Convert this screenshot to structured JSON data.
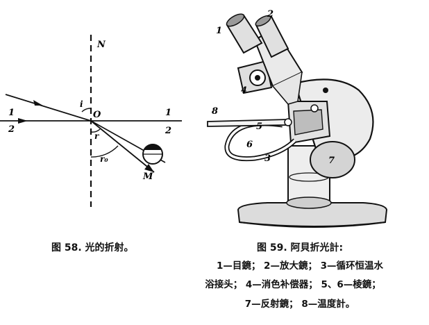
{
  "figure58": {
    "labels": {
      "N": "N",
      "O": "O",
      "i": "i",
      "r": "r",
      "r0": "r₀",
      "M": "M",
      "one_left": "1",
      "two_left": "2",
      "one_right": "1",
      "two_right": "2"
    },
    "caption": "图 58.  光的折射。"
  },
  "figure59": {
    "labels": {
      "n1": "1",
      "n2": "2",
      "n3": "3",
      "n4": "4",
      "n5": "5",
      "n6": "6",
      "n7": "7",
      "n8": "8"
    },
    "caption": "图 59.  阿貝折光計:",
    "legend_lines": [
      "1—目鏡；  2—放大鏡；  3—循环恒温水",
      "浴接头；  4—消色补偿器；  5、6—棱鏡；",
      "7—反射鏡；  8—温度計。"
    ]
  }
}
